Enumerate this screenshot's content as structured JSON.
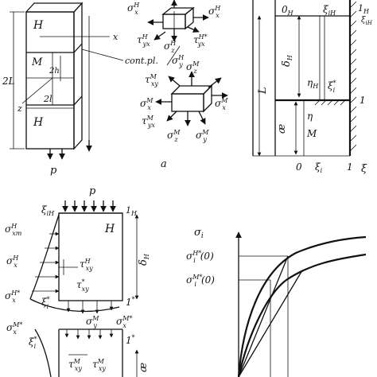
{
  "panel_a": {
    "block_labels": [
      "H",
      "M",
      "H"
    ],
    "dim_2L": "2L",
    "dim_2h": "2h",
    "dim_2l": "2l",
    "axis_x": "x",
    "axis_z": "z",
    "load": "p",
    "contact_plane": "cont.pl.",
    "caption": "a",
    "stress_top": {
      "sx": "σ",
      "sx_sup": "H",
      "sx_sub": "x",
      "sz": "σ",
      "sz_sup": "H",
      "sz_sub": "z",
      "sy": "σ",
      "sy_sup": "H",
      "sy_sub": "y",
      "tyx": "τ",
      "tyx_sup": "H",
      "tyx_sub": "yx",
      "tyx_star": "τ",
      "tyx_star_sup": "H*",
      "tyx_star_sub": "yx"
    },
    "stress_bottom": {
      "sz": "σ",
      "sz_sup": "M",
      "sz_sub": "z",
      "sx": "σ",
      "sx_sup": "M",
      "sx_sub": "x",
      "txy": "τ",
      "txy_sup": "M",
      "txy_sub": "xy",
      "tyx": "τ",
      "tyx_sup": "M",
      "tyx_sub": "yx",
      "sz2": "σ",
      "sz2_sup": "M",
      "sz2_sub": "z",
      "sy": "σ",
      "sy_sup": "M",
      "sy_sub": "y"
    }
  },
  "panel_b": {
    "top_label": "0",
    "top_label_sub": "H",
    "xi_top": "ξ",
    "xi_top_sub": "iH",
    "one_h": "1",
    "one_h_sub": "H",
    "xi_corner": "ξ",
    "xi_corner_sub": "iH",
    "delta": "δ",
    "delta_sub": "H",
    "eta_h": "η",
    "eta_h_sub": "H",
    "xi_star": "ξ",
    "xi_star_sup": "*",
    "xi_star_sub": "i",
    "one_mark": "1",
    "kappa": "æ",
    "eta": "η",
    "m_label": "M",
    "l_bar": "L",
    "x0": "0",
    "xi_i": "ξ",
    "xi_i_sub": "i",
    "x1": "1",
    "xi_axis": "ξ"
  },
  "panel_c": {
    "load": "p",
    "xi_top": "ξ",
    "xi_top_sub": "iH",
    "one_h": "1",
    "one_h_sub": "H",
    "block": "H",
    "delta": "δ",
    "delta_sub": "H",
    "sxm": "σ",
    "sxm_sup": "H",
    "sxm_sub": "xm",
    "sx": "σ",
    "sx_sup": "H",
    "sx_sub": "x",
    "tau_h": "τ",
    "tau_h_sup": "H",
    "tau_h_sub": "xy",
    "tau_star": "τ",
    "tau_star_sup": "*",
    "tau_star_sub": "xy",
    "sx_star": "σ",
    "sx_star_sup": "H*",
    "sx_star_sub": "x",
    "xi_star": "ξ",
    "xi_star_sup": "*",
    "xi_star_sub": "i",
    "one_star": "1",
    "one_star_sup": "*",
    "sy_m": "σ",
    "sy_m_sup": "M",
    "sy_m_sub": "y",
    "sx_m_star": "σ",
    "sx_m_star_sup": "M*",
    "sx_m_star_sub": "x",
    "sx_m_star2": "σ",
    "sx_m_star2_sup": "M*",
    "sx_m_star2_sub": "x",
    "xi_star2": "ξ",
    "xi_star2_sup": "*",
    "xi_star2_sub": "i",
    "one_star2": "1",
    "one_star2_sup": "*",
    "tau_m": "τ",
    "tau_m_sup": "M",
    "tau_m_sub": "xy",
    "tau_m2": "τ",
    "tau_m2_sup": "M",
    "tau_m2_sub": "xy",
    "kappa": "æ"
  },
  "panel_d": {
    "sigma_i": "σ",
    "sigma_i_sub": "i",
    "lab_h": "σ",
    "lab_h_sup": "H*",
    "lab_h_sub": "i",
    "lab_h_arg": "(0)",
    "lab_m": "σ",
    "lab_m_sup": "M*",
    "lab_m_sub": "i",
    "lab_m_arg": "(0)"
  }
}
